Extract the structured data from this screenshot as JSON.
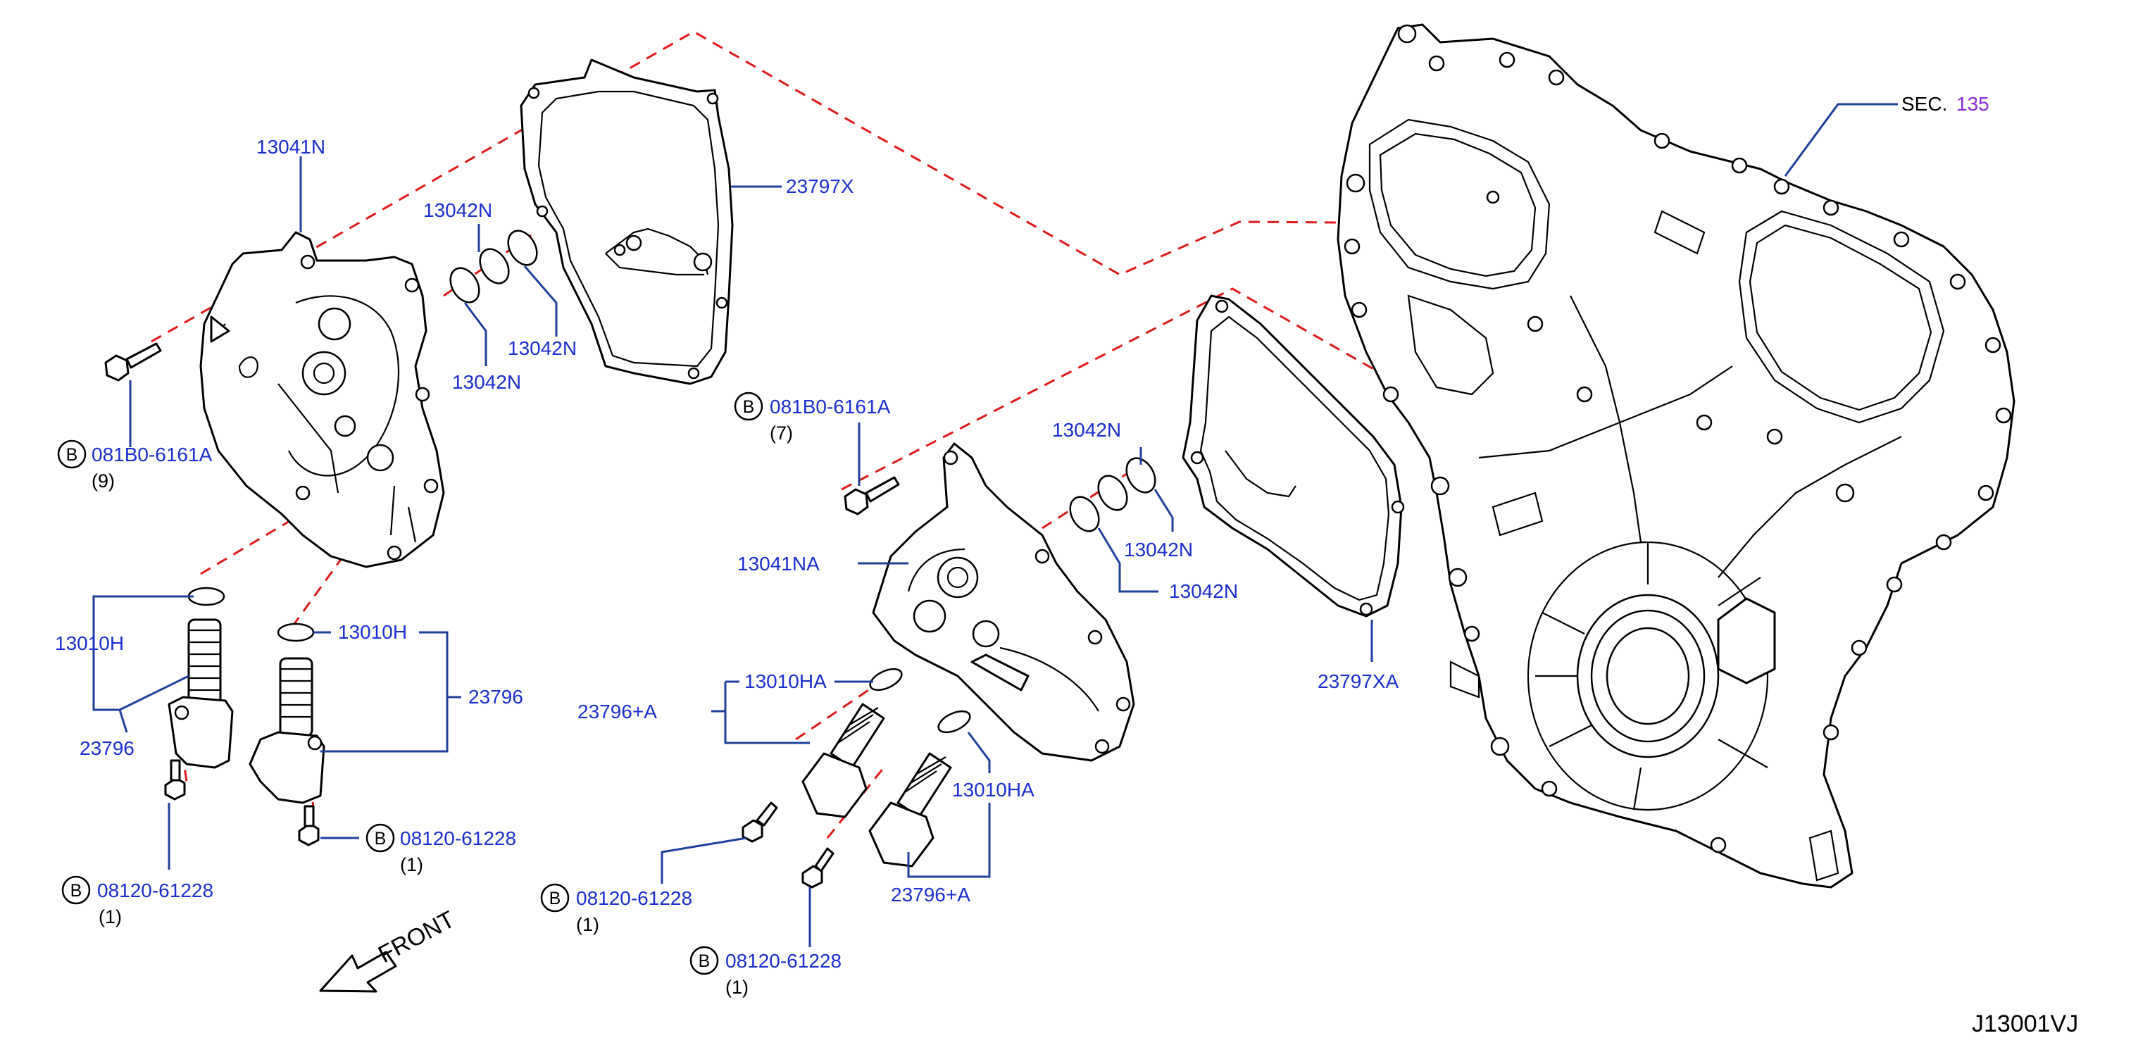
{
  "colors": {
    "label": "#1b2fd0",
    "leader": "#1d3f9e",
    "dashed_line": "#e01a1a",
    "sec_ref": "#8a2bd8",
    "drawing": "#000000"
  },
  "labels": {
    "cover_left": "13041N",
    "cover_right": "13041NA",
    "gasket_upper": "23797X",
    "gasket_lower": "23797XA",
    "oring_a": "13042N",
    "oring_b": "13042N",
    "oring_c": "13042N",
    "oring_d": "13042N",
    "oring_e": "13042N",
    "oring_f": "13042N",
    "solenoid_oring_left": "13010H",
    "solenoid_oring_mid": "13010H",
    "solenoid_left": "23796",
    "solenoid_mid": "23796",
    "solenoid_oring_right_a": "13010HA",
    "solenoid_oring_right_b": "13010HA",
    "solenoid_right_a": "23796+A",
    "solenoid_right_b": "23796+A",
    "sec_prefix": "SEC.",
    "sec_number": "135",
    "diagram_code": "J13001VJ",
    "front": "FRONT"
  },
  "bolts": [
    {
      "mark": "B",
      "part": "081B0-6161A",
      "qty": "(9)"
    },
    {
      "mark": "B",
      "part": "081B0-6161A",
      "qty": "(7)"
    },
    {
      "mark": "B",
      "part": "08120-61228",
      "qty": "(1)"
    },
    {
      "mark": "B",
      "part": "08120-61228",
      "qty": "(1)"
    },
    {
      "mark": "B",
      "part": "08120-61228",
      "qty": "(1)"
    },
    {
      "mark": "B",
      "part": "08120-61228",
      "qty": "(1)"
    }
  ]
}
